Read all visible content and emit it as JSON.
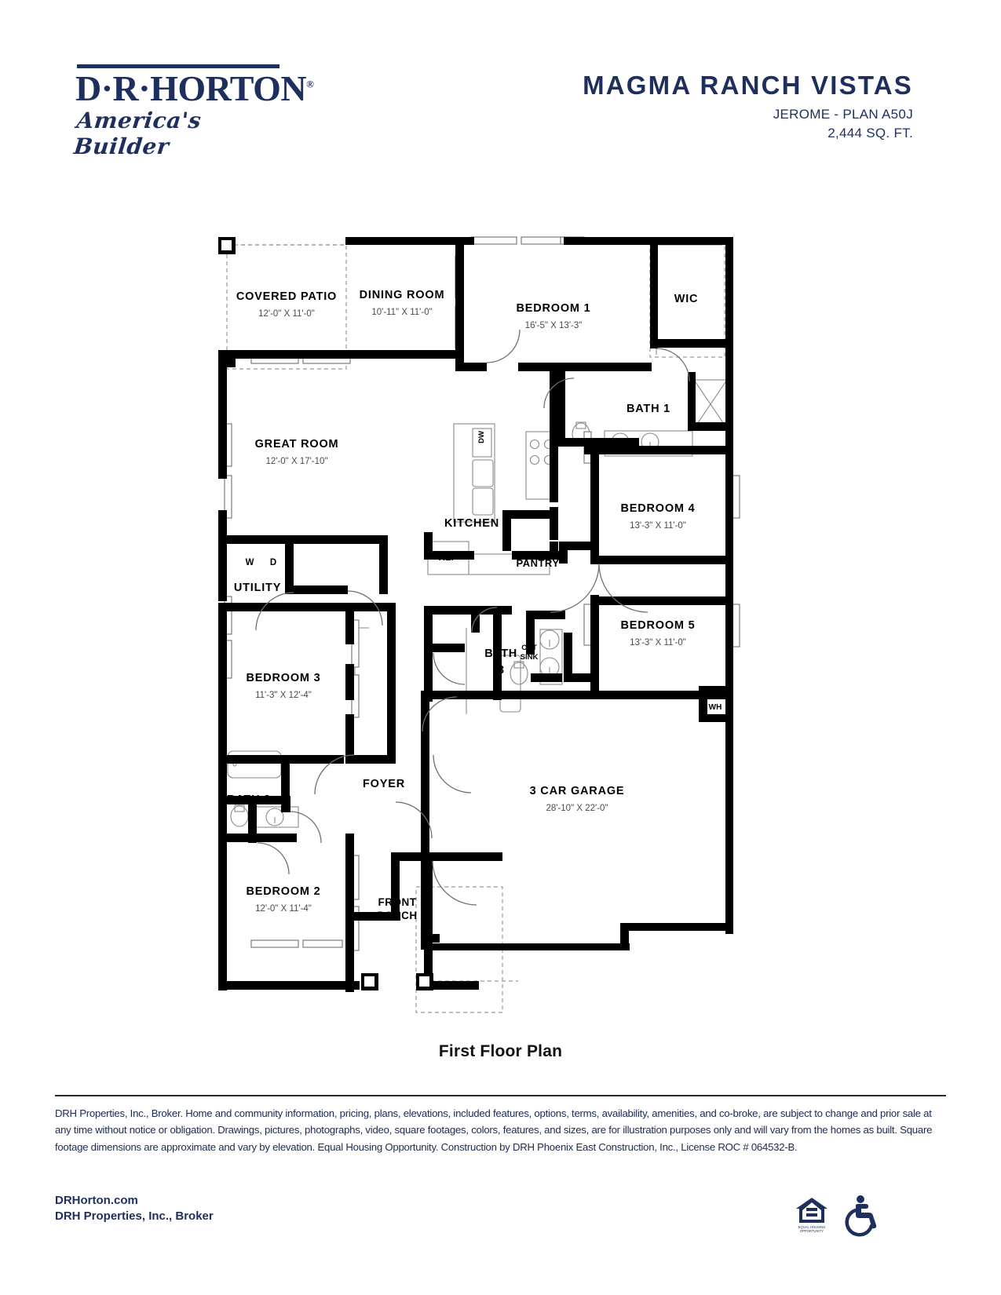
{
  "header": {
    "logo_name": "D·R·HORTON",
    "logo_registered": "®",
    "logo_tagline": "America's Builder",
    "community_title": "MAGMA RANCH VISTAS",
    "plan_name": "JEROME - PLAN A50J",
    "square_feet": "2,444 SQ. FT."
  },
  "plan": {
    "caption": "First Floor Plan",
    "rooms": [
      {
        "name": "COVERED PATIO",
        "dims": "12'-0\" X 11'-0\""
      },
      {
        "name": "DINING ROOM",
        "dims": "10'-11\" X 11'-0\""
      },
      {
        "name": "BEDROOM 1",
        "dims": "16'-5\" X 13'-3\""
      },
      {
        "name": "WIC",
        "dims": ""
      },
      {
        "name": "BATH 1",
        "dims": ""
      },
      {
        "name": "GREAT ROOM",
        "dims": "12'-0\" X 17'-10\""
      },
      {
        "name": "KITCHEN",
        "dims": ""
      },
      {
        "name": "BEDROOM 4",
        "dims": "13'-3\" X 11'-0\""
      },
      {
        "name": "UTILITY",
        "dims": ""
      },
      {
        "name": "PANTRY",
        "dims": ""
      },
      {
        "name": "BEDROOM 5",
        "dims": "13'-3\" X 11'-0\""
      },
      {
        "name": "BEDROOM 3",
        "dims": "11'-3\" X 12'-4\""
      },
      {
        "name": "BATH 3",
        "dims": ""
      },
      {
        "name": "BATH 2",
        "dims": ""
      },
      {
        "name": "FOYER",
        "dims": ""
      },
      {
        "name": "3 CAR GARAGE",
        "dims": "28'-10\" X 22'-0\""
      },
      {
        "name": "BEDROOM 2",
        "dims": "12'-0\" X 11'-4\""
      },
      {
        "name": "FRONT PORCH",
        "dims": ""
      }
    ],
    "labels": {
      "covered_patio": "COVERED PATIO",
      "covered_patio_dims": "12'-0\" X 11'-0\"",
      "dining_room": "DINING ROOM",
      "dining_room_dims": "10'-11\" X 11'-0\"",
      "bedroom_1": "BEDROOM 1",
      "bedroom_1_dims": "16'-5\" X 13'-3\"",
      "wic": "WIC",
      "bath_1": "BATH 1",
      "great_room": "GREAT ROOM",
      "great_room_dims": "12'-0\" X 17'-10\"",
      "kitchen": "KITCHEN",
      "bedroom_4": "BEDROOM 4",
      "bedroom_4_dims": "13'-3\" X 11'-0\"",
      "utility": "UTILITY",
      "pantry": "PANTRY",
      "ref": "REF",
      "dw": "DW",
      "washer": "W",
      "dryer": "D",
      "bedroom_5": "BEDROOM 5",
      "bedroom_5_dims": "13'-3\" X 11'-0\"",
      "bedroom_3": "BEDROOM 3",
      "bedroom_3_dims": "11'-3\" X 12'-4\"",
      "bath_3_line1": "BATH",
      "bath_3_line2": "3",
      "opt_line1": "OPT",
      "opt_line2": "SINK",
      "wh": "WH",
      "bath_2": "BATH 2",
      "foyer": "FOYER",
      "garage": "3 CAR GARAGE",
      "garage_dims": "28'-10\" X 22'-0\"",
      "bedroom_2": "BEDROOM 2",
      "bedroom_2_dims": "12'-0\" X 11'-4\"",
      "front_porch_line1": "FRONT",
      "front_porch_line2": "PORCH"
    }
  },
  "footer": {
    "disclaimer": "DRH Properties, Inc., Broker. Home and community information, pricing, plans, elevations, included features, options, terms, availability, amenities, and co-broke, are subject to change and prior sale at any time without notice or obligation. Drawings, pictures, photographs, video, square footages, colors, features, and sizes, are for illustration purposes only and will vary from the homes as built. Square footage dimensions are approximate and vary by elevation. Equal Housing Opportunity. Construction by DRH Phoenix East Construction, Inc., License ROC # 064532-B.",
    "website": "DRHorton.com",
    "broker": "DRH Properties, Inc., Broker",
    "equal_housing_caption_line1": "EQUAL HOUSING",
    "equal_housing_caption_line2": "OPPORTUNITY"
  },
  "colors": {
    "brand_navy": "#1e2f5e",
    "plan_black": "#000000",
    "dim_gray": "#595959"
  }
}
